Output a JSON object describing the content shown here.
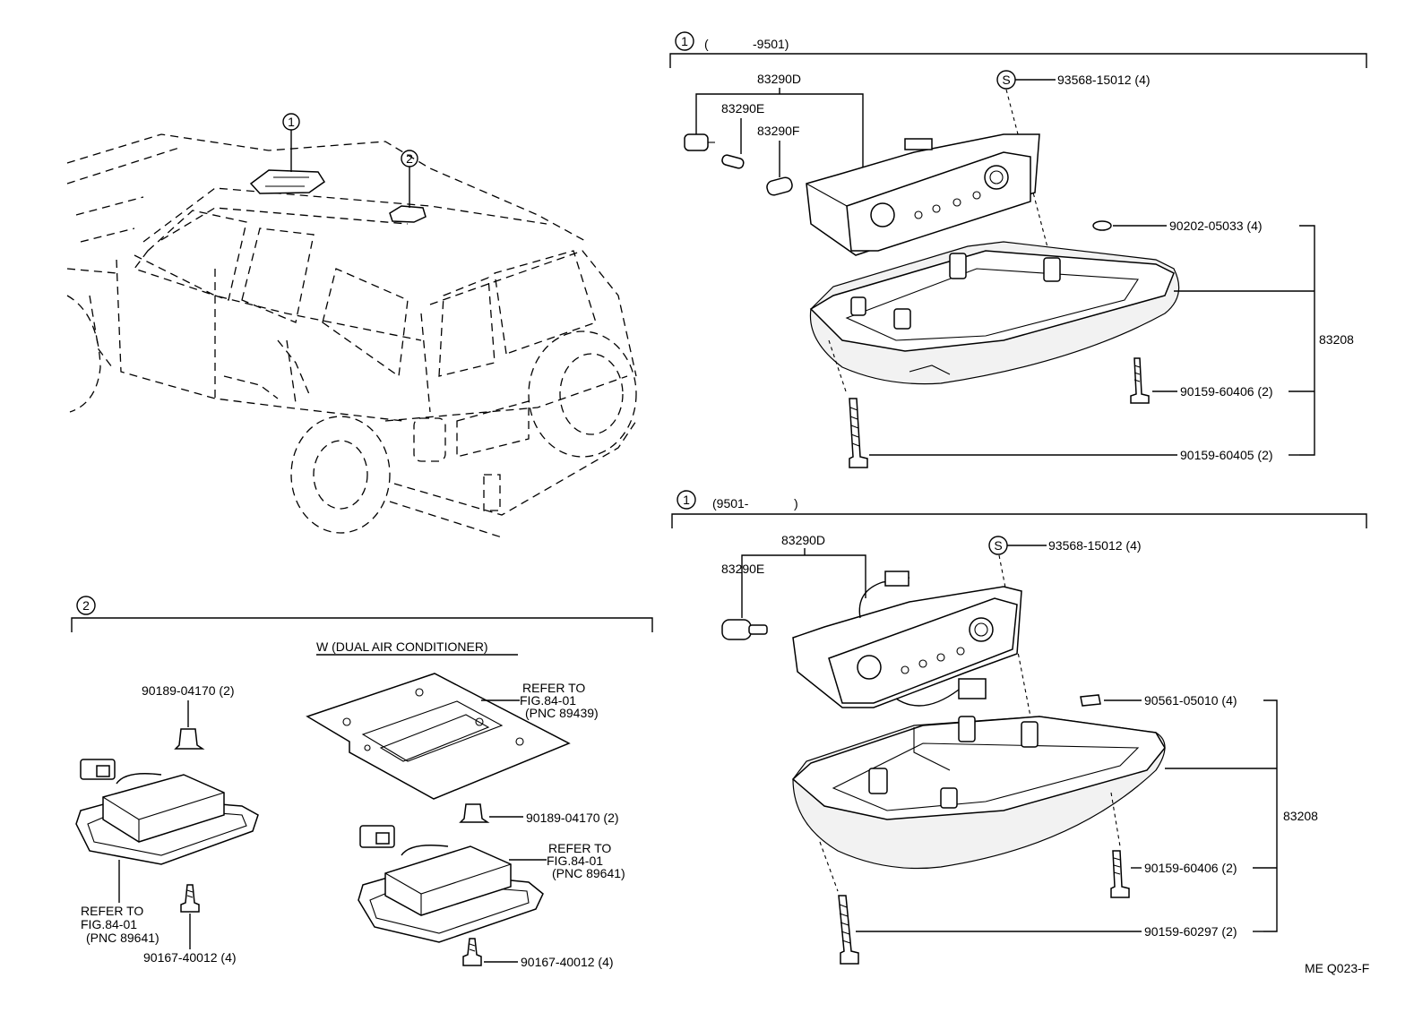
{
  "diagram": {
    "code": "ME Q023-F",
    "car_callouts": [
      "1",
      "2"
    ],
    "section1a": {
      "number": "1",
      "range_open": "(",
      "range_end": "-9501)",
      "labels": {
        "p83290d": "83290D",
        "p83290e": "83290E",
        "p83290f": "83290F",
        "s_marker": "S",
        "screw": "93568-15012 (4)",
        "nut": "90202-05033 (4)",
        "assy": "83208",
        "bolt_small": "90159-60406 (2)",
        "bolt_long": "90159-60405 (2)"
      }
    },
    "section1b": {
      "number": "1",
      "range_start": "(9501-",
      "range_close": ")",
      "labels": {
        "p83290d": "83290D",
        "p83290e": "83290E",
        "s_marker": "S",
        "screw": "93568-15012 (4)",
        "nut": "90561-05010 (4)",
        "assy": "83208",
        "bolt_small": "90159-60406 (2)",
        "bolt_long": "90159-60297 (2)"
      }
    },
    "section2": {
      "number": "2",
      "note": "W (DUAL AIR CONDITIONER)",
      "labels": {
        "clip_left": "90189-04170 (2)",
        "ref_left": [
          "REFER TO",
          "FIG.84-01",
          "(PNC 89641)"
        ],
        "screw_left": "90167-40012 (4)",
        "ref_plate": [
          "REFER TO",
          "FIG.84-01",
          "(PNC 89439)"
        ],
        "clip_right": "90189-04170 (2)",
        "ref_right": [
          "REFER TO",
          "FIG.84-01",
          "(PNC 89641)"
        ],
        "screw_right": "90167-40012 (4)"
      }
    }
  }
}
